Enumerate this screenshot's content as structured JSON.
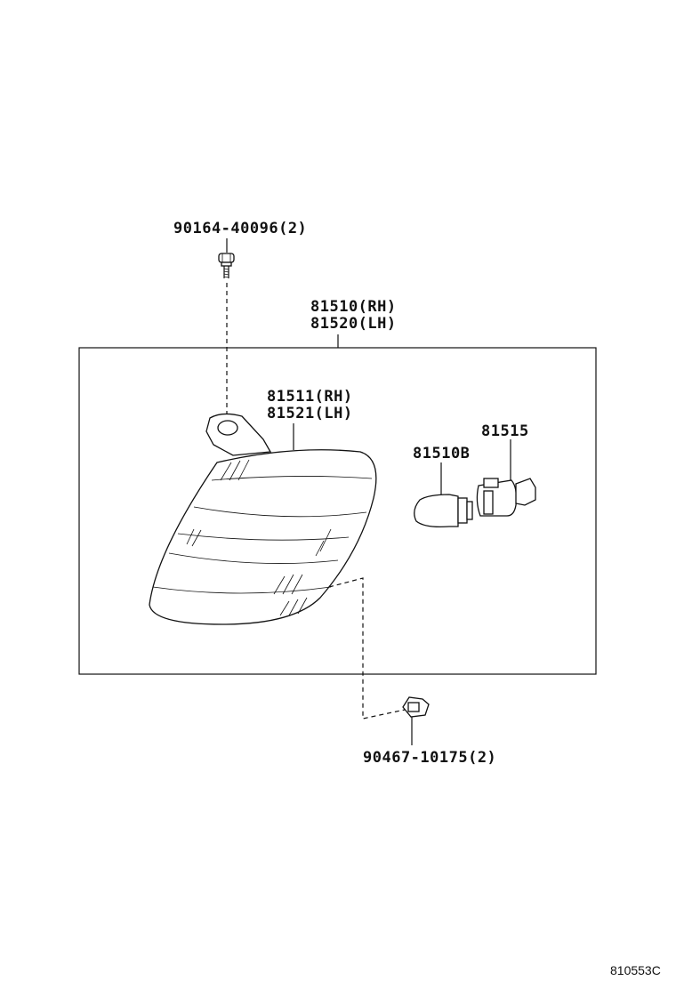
{
  "callouts": {
    "screw_top": "90164-40096(2)",
    "assembly_rh": "81510(RH)",
    "assembly_lh": "81520(LH)",
    "lens_rh": "81511(RH)",
    "lens_lh": "81521(LH)",
    "socket": "81515",
    "bulb": "81510B",
    "clip_bottom": "90467-10175(2)"
  },
  "diagram_ref": "810553C"
}
